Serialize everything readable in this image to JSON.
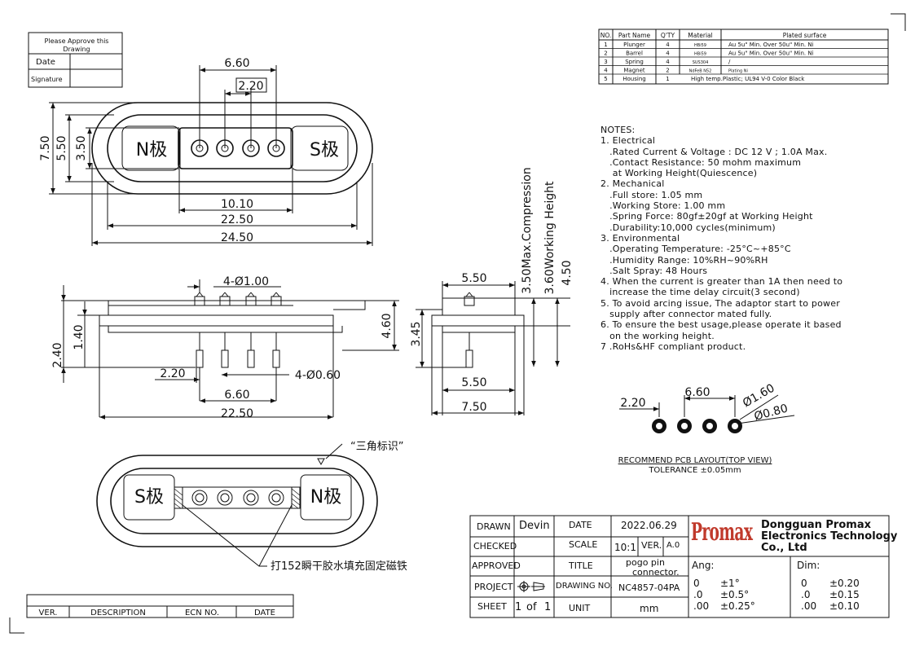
{
  "approval": {
    "title": "Please Approve this Drawing",
    "date_label": "Date",
    "signature_label": "Signature"
  },
  "bom": {
    "headers": [
      "NO.",
      "Part Name",
      "Q'TY",
      "Material",
      "Plated surface"
    ],
    "rows": [
      [
        "1",
        "Plunger",
        "4",
        "HBi59",
        "Au 5u\" Min. Over 50u\" Min. Ni"
      ],
      [
        "2",
        "Barrel",
        "4",
        "HBi59",
        "Au 5u\" Min. Over 50u\" Min. Ni"
      ],
      [
        "3",
        "Spring",
        "4",
        "SUS304",
        "/"
      ],
      [
        "4",
        "Magnet",
        "2",
        "NdFeB N52",
        "Plating Ni"
      ],
      [
        "5",
        "Housing",
        "1",
        "High temp.Plastic; UL94 V-0 Color Black",
        ""
      ]
    ]
  },
  "notes": [
    "NOTES:",
    "1. Electrical",
    "   .Rated Current & Voltage : DC 12 V ; 1.0A Max.",
    "   .Contact Resistance: 50 mohm maximum",
    "    at Working Height(Quiescence)",
    "2. Mechanical",
    "   .Full store: 1.05 mm",
    "   .Working Store: 1.00 mm",
    "   .Spring Force: 80gf±20gf at Working Height",
    "   .Durability:10,000 cycles(minimum)",
    "3. Environmental",
    "   .Operating Temperature: -25°C~+85°C",
    "   .Humidity Range: 10%RH~90%RH",
    "   .Salt Spray: 48 Hours",
    "4. When the current is greater than 1A then need to",
    "   increase the time delay circuit(3 second)",
    "5. To avoid arcing issue, The adaptor start to power",
    "   supply after connector mated fully.",
    "6. To ensure the best usage,please operate it based",
    "   on the working height.",
    "7 .RoHs&HF compliant product."
  ],
  "dims": {
    "d660_top": "6.60",
    "d220_top": "2.20",
    "d1010": "10.10",
    "d2250_top": "22.50",
    "d2450": "24.50",
    "d750_v": "7.50",
    "d550_v": "5.50",
    "d350_v": "3.50",
    "hole_top": "4-Ø1.00",
    "pin_dia": "4-Ø0.60",
    "d220_side": "2.20",
    "d660_side": "6.60",
    "d2250_side": "22.50",
    "d240_v": "2.40",
    "d140_v": "1.40",
    "d460_v": "4.60",
    "d550_end_top": "5.50",
    "d550_end_bot": "5.50",
    "d750_end": "7.50",
    "d345_v": "3.45",
    "compression": "3.50Max.Compression",
    "working_height": "3.60Working Height",
    "d450_v": "4.50",
    "pcb_660": "6.60",
    "pcb_220": "2.20",
    "pcb_160": "Ø1.60",
    "pcb_080": "Ø0.80"
  },
  "labels": {
    "n_pole": "N极",
    "s_pole": "S极",
    "triangle_mark": "“三角标识”",
    "magnet_glue": "打152瞬干胶水填充固定磁铁",
    "pcb_layout": "RECOMMEND PCB LAYOUT(TOP VIEW)",
    "tolerance": "TOLERANCE ±0.05mm"
  },
  "revision": {
    "ver": "VER.",
    "description": "DESCRIPTION",
    "ecn": "ECN NO.",
    "date": "DATE"
  },
  "title_block": {
    "drawn_label": "DRAWN",
    "drawn_value": "Devin",
    "date_label": "DATE",
    "date_value": "2022.06.29",
    "checked_label": "CHECKED",
    "scale_label": "SCALE",
    "scale_value": "10:1",
    "ver_label": "VER.",
    "ver_value": "A.0",
    "approved_label": "APPROVED",
    "title_label": "TITLE",
    "title_value_1": "pogo pin",
    "title_value_2": "connector.",
    "project_label": "PROJECT",
    "drawing_no_label": "DRAWING NO.",
    "drawing_no_value": "NC4857-04PA",
    "sheet_label": "SHEET",
    "sheet_value": "1",
    "sheet_of": "of",
    "sheet_total": "1",
    "unit_label": "UNIT",
    "unit_value": "mm",
    "company_1": "Dongguan Promax",
    "company_2": "Electronics Technology",
    "company_3": "Co., Ltd",
    "logo": "Promax",
    "ang_label": "Ang:",
    "dim_label": "Dim:",
    "ang_rows": [
      [
        "0",
        "±1°"
      ],
      [
        ".0",
        "±0.5°"
      ],
      [
        ".00",
        "±0.25°"
      ]
    ],
    "dim_rows": [
      [
        "0",
        "±0.20"
      ],
      [
        ".0",
        "±0.15"
      ],
      [
        ".00",
        "±0.10"
      ]
    ]
  }
}
